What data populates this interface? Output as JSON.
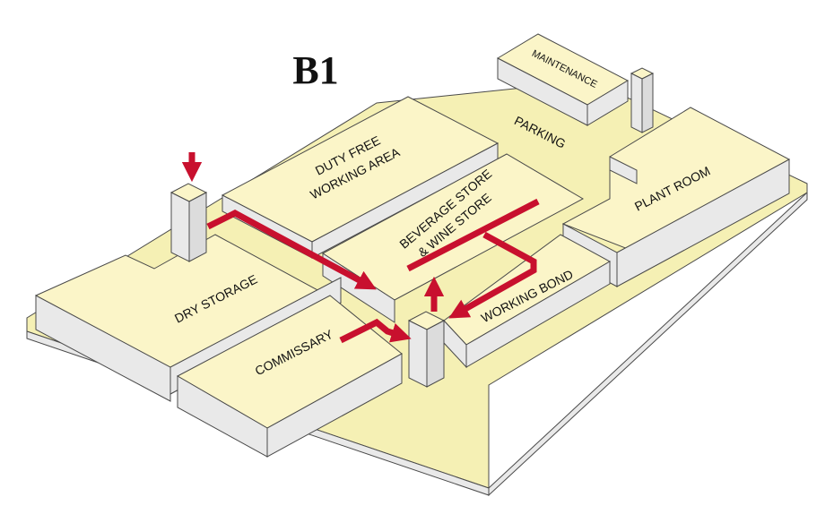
{
  "floor": {
    "title": "B1",
    "title_color": "#1f5fa8"
  },
  "colors": {
    "roof": "#fbf5c8",
    "base": "#f5f0b4",
    "side": "#e9e9e9",
    "outline": "#4a4a4a",
    "route": "#c8102e"
  },
  "rooms": {
    "maintenance": "MAINTENANCE",
    "parking": "PARKING",
    "duty_free_1": "DUTY FREE",
    "duty_free_2": "WORKING AREA",
    "beverage_1": "BEVERAGE STORE",
    "beverage_2": "& WINE STORE",
    "plant_room": "PLANT ROOM",
    "dry_storage": "DRY STORAGE",
    "commissary": "COMMISSARY",
    "working_bond": "WORKING BOND"
  }
}
